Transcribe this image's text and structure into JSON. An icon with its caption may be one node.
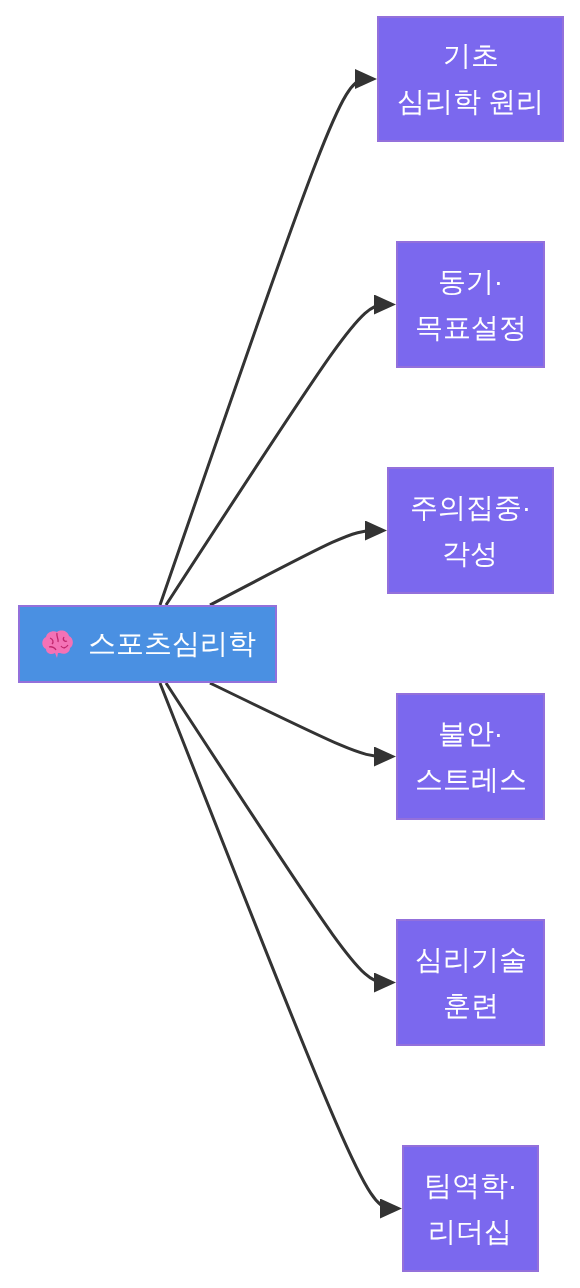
{
  "diagram": {
    "nodes": [
      {
        "text": [
          "스포츠심리학"
        ]
      },
      {
        "text": [
          "기초 심리학 원리"
        ]
      },
      {
        "text": [
          "동기· 목표설정"
        ]
      },
      {
        "text": [
          "주의집중· 각성"
        ]
      },
      {
        "text": [
          "불안· 스트레스"
        ]
      },
      {
        "text": [
          "심리기술 훈련"
        ]
      },
      {
        "text": [
          "팀역학· 리더십"
        ]
      }
    ],
    "edges": [
      {
        "from": 0,
        "to": 1,
        "arrow": "to"
      },
      {
        "from": 0,
        "to": 2,
        "arrow": "to"
      },
      {
        "from": 0,
        "to": 3,
        "arrow": "to"
      },
      {
        "from": 0,
        "to": 4,
        "arrow": "to"
      },
      {
        "from": 0,
        "to": 5,
        "arrow": "to"
      },
      {
        "from": 0,
        "to": 6,
        "arrow": "to"
      }
    ]
  }
}
